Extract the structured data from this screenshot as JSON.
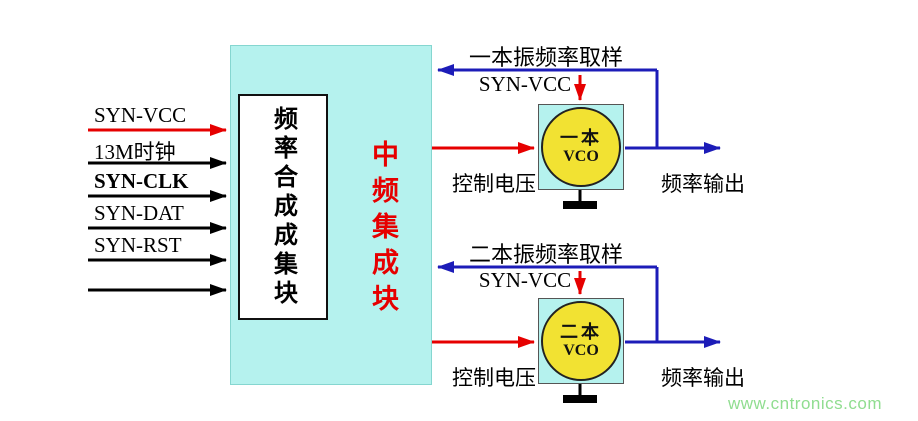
{
  "colors": {
    "block_fill": "#b5f2ee",
    "vco_fill": "#f2e232",
    "line_red": "#e60000",
    "line_blue": "#1c1cb8",
    "line_black": "#000000",
    "if_label_red": "#e60000",
    "watermark_green": "#90dd90"
  },
  "main_block": {
    "label": "中频集成块"
  },
  "synth_block": {
    "label": "频率合成成集块"
  },
  "inputs": [
    {
      "label": "SYN-VCC"
    },
    {
      "label": "13M时钟"
    },
    {
      "label": "SYN-CLK"
    },
    {
      "label": "SYN-DAT"
    },
    {
      "label": "SYN-RST"
    }
  ],
  "vco1": {
    "sample_label": "一本振频率取样",
    "supply_label": "SYN-VCC",
    "name": "一本",
    "type": "VCO",
    "control_label": "控制电压",
    "output_label": "频率输出"
  },
  "vco2": {
    "sample_label": "二本振频率取样",
    "supply_label": "SYN-VCC",
    "name": "二本",
    "type": "VCO",
    "control_label": "控制电压",
    "output_label": "频率输出"
  },
  "watermark": "www.cntronics.com"
}
